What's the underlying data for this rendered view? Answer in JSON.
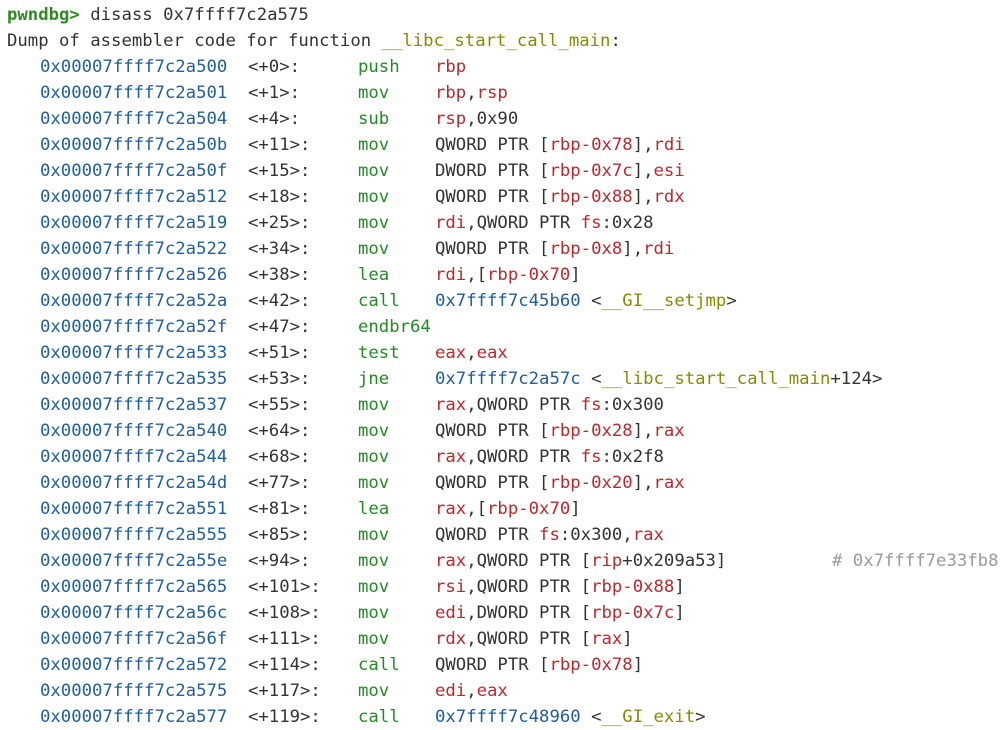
{
  "prompt": {
    "label": "pwndbg>",
    "command": " disass 0x7ffff7c2a575"
  },
  "dump_header": {
    "prefix": "Dump of assembler code for function ",
    "function": "__libc_start_call_main",
    "suffix": ":"
  },
  "instructions": [
    {
      "addr": "0x00007ffff7c2a500",
      "off": "<+0>:",
      "mn": "push",
      "ops": [
        [
          "reg",
          "rbp"
        ]
      ]
    },
    {
      "addr": "0x00007ffff7c2a501",
      "off": "<+1>:",
      "mn": "mov",
      "ops": [
        [
          "reg",
          "rbp"
        ],
        [
          "txt",
          ","
        ],
        [
          "reg",
          "rsp"
        ]
      ]
    },
    {
      "addr": "0x00007ffff7c2a504",
      "off": "<+4>:",
      "mn": "sub",
      "ops": [
        [
          "reg",
          "rsp"
        ],
        [
          "txt",
          ",0x90"
        ]
      ]
    },
    {
      "addr": "0x00007ffff7c2a50b",
      "off": "<+11>:",
      "mn": "mov",
      "ops": [
        [
          "txt",
          "QWORD PTR ["
        ],
        [
          "reg",
          "rbp-0x78"
        ],
        [
          "txt",
          "],"
        ],
        [
          "reg",
          "rdi"
        ]
      ]
    },
    {
      "addr": "0x00007ffff7c2a50f",
      "off": "<+15>:",
      "mn": "mov",
      "ops": [
        [
          "txt",
          "DWORD PTR ["
        ],
        [
          "reg",
          "rbp-0x7c"
        ],
        [
          "txt",
          "],"
        ],
        [
          "reg",
          "esi"
        ]
      ]
    },
    {
      "addr": "0x00007ffff7c2a512",
      "off": "<+18>:",
      "mn": "mov",
      "ops": [
        [
          "txt",
          "QWORD PTR ["
        ],
        [
          "reg",
          "rbp-0x88"
        ],
        [
          "txt",
          "],"
        ],
        [
          "reg",
          "rdx"
        ]
      ]
    },
    {
      "addr": "0x00007ffff7c2a519",
      "off": "<+25>:",
      "mn": "mov",
      "ops": [
        [
          "reg",
          "rdi"
        ],
        [
          "txt",
          ",QWORD PTR "
        ],
        [
          "reg",
          "fs"
        ],
        [
          "txt",
          ":0x28"
        ]
      ]
    },
    {
      "addr": "0x00007ffff7c2a522",
      "off": "<+34>:",
      "mn": "mov",
      "ops": [
        [
          "txt",
          "QWORD PTR ["
        ],
        [
          "reg",
          "rbp-0x8"
        ],
        [
          "txt",
          "],"
        ],
        [
          "reg",
          "rdi"
        ]
      ]
    },
    {
      "addr": "0x00007ffff7c2a526",
      "off": "<+38>:",
      "mn": "lea",
      "ops": [
        [
          "reg",
          "rdi"
        ],
        [
          "txt",
          ",["
        ],
        [
          "reg",
          "rbp-0x70"
        ],
        [
          "txt",
          "]"
        ]
      ]
    },
    {
      "addr": "0x00007ffff7c2a52a",
      "off": "<+42>:",
      "mn": "call",
      "ops": [
        [
          "addr",
          "0x7ffff7c45b60"
        ],
        [
          "txt",
          " <"
        ],
        [
          "sym",
          "__GI__setjmp"
        ],
        [
          "txt",
          ">"
        ]
      ]
    },
    {
      "addr": "0x00007ffff7c2a52f",
      "off": "<+47>:",
      "mn": "endbr64",
      "ops": []
    },
    {
      "addr": "0x00007ffff7c2a533",
      "off": "<+51>:",
      "mn": "test",
      "ops": [
        [
          "reg",
          "eax"
        ],
        [
          "txt",
          ","
        ],
        [
          "reg",
          "eax"
        ]
      ]
    },
    {
      "addr": "0x00007ffff7c2a535",
      "off": "<+53>:",
      "mn": "jne",
      "ops": [
        [
          "addr",
          "0x7ffff7c2a57c"
        ],
        [
          "txt",
          " <"
        ],
        [
          "sym",
          "__libc_start_call_main"
        ],
        [
          "txt",
          "+124>"
        ]
      ]
    },
    {
      "addr": "0x00007ffff7c2a537",
      "off": "<+55>:",
      "mn": "mov",
      "ops": [
        [
          "reg",
          "rax"
        ],
        [
          "txt",
          ",QWORD PTR "
        ],
        [
          "reg",
          "fs"
        ],
        [
          "txt",
          ":0x300"
        ]
      ]
    },
    {
      "addr": "0x00007ffff7c2a540",
      "off": "<+64>:",
      "mn": "mov",
      "ops": [
        [
          "txt",
          "QWORD PTR ["
        ],
        [
          "reg",
          "rbp-0x28"
        ],
        [
          "txt",
          "],"
        ],
        [
          "reg",
          "rax"
        ]
      ]
    },
    {
      "addr": "0x00007ffff7c2a544",
      "off": "<+68>:",
      "mn": "mov",
      "ops": [
        [
          "reg",
          "rax"
        ],
        [
          "txt",
          ",QWORD PTR "
        ],
        [
          "reg",
          "fs"
        ],
        [
          "txt",
          ":0x2f8"
        ]
      ]
    },
    {
      "addr": "0x00007ffff7c2a54d",
      "off": "<+77>:",
      "mn": "mov",
      "ops": [
        [
          "txt",
          "QWORD PTR ["
        ],
        [
          "reg",
          "rbp-0x20"
        ],
        [
          "txt",
          "],"
        ],
        [
          "reg",
          "rax"
        ]
      ]
    },
    {
      "addr": "0x00007ffff7c2a551",
      "off": "<+81>:",
      "mn": "lea",
      "ops": [
        [
          "reg",
          "rax"
        ],
        [
          "txt",
          ",["
        ],
        [
          "reg",
          "rbp-0x70"
        ],
        [
          "txt",
          "]"
        ]
      ]
    },
    {
      "addr": "0x00007ffff7c2a555",
      "off": "<+85>:",
      "mn": "mov",
      "ops": [
        [
          "txt",
          "QWORD PTR "
        ],
        [
          "reg",
          "fs"
        ],
        [
          "txt",
          ":0x300,"
        ],
        [
          "reg",
          "rax"
        ]
      ]
    },
    {
      "addr": "0x00007ffff7c2a55e",
      "off": "<+94>:",
      "mn": "mov",
      "ops": [
        [
          "reg",
          "rax"
        ],
        [
          "txt",
          ",QWORD PTR ["
        ],
        [
          "reg",
          "rip"
        ],
        [
          "txt",
          "+0x209a53]"
        ]
      ],
      "comment": "# 0x7ffff7e33fb8"
    },
    {
      "addr": "0x00007ffff7c2a565",
      "off": "<+101>:",
      "mn": "mov",
      "ops": [
        [
          "reg",
          "rsi"
        ],
        [
          "txt",
          ",QWORD PTR ["
        ],
        [
          "reg",
          "rbp-0x88"
        ],
        [
          "txt",
          "]"
        ]
      ]
    },
    {
      "addr": "0x00007ffff7c2a56c",
      "off": "<+108>:",
      "mn": "mov",
      "ops": [
        [
          "reg",
          "edi"
        ],
        [
          "txt",
          ",DWORD PTR ["
        ],
        [
          "reg",
          "rbp-0x7c"
        ],
        [
          "txt",
          "]"
        ]
      ]
    },
    {
      "addr": "0x00007ffff7c2a56f",
      "off": "<+111>:",
      "mn": "mov",
      "ops": [
        [
          "reg",
          "rdx"
        ],
        [
          "txt",
          ",QWORD PTR ["
        ],
        [
          "reg",
          "rax"
        ],
        [
          "txt",
          "]"
        ]
      ]
    },
    {
      "addr": "0x00007ffff7c2a572",
      "off": "<+114>:",
      "mn": "call",
      "ops": [
        [
          "txt",
          "QWORD PTR ["
        ],
        [
          "reg",
          "rbp-0x78"
        ],
        [
          "txt",
          "]"
        ]
      ]
    },
    {
      "addr": "0x00007ffff7c2a575",
      "off": "<+117>:",
      "mn": "mov",
      "ops": [
        [
          "reg",
          "edi"
        ],
        [
          "txt",
          ","
        ],
        [
          "reg",
          "eax"
        ]
      ]
    },
    {
      "addr": "0x00007ffff7c2a577",
      "off": "<+119>:",
      "mn": "call",
      "ops": [
        [
          "addr",
          "0x7ffff7c48960"
        ],
        [
          "txt",
          " <"
        ],
        [
          "sym",
          "__GI_exit"
        ],
        [
          "txt",
          ">"
        ]
      ]
    }
  ]
}
